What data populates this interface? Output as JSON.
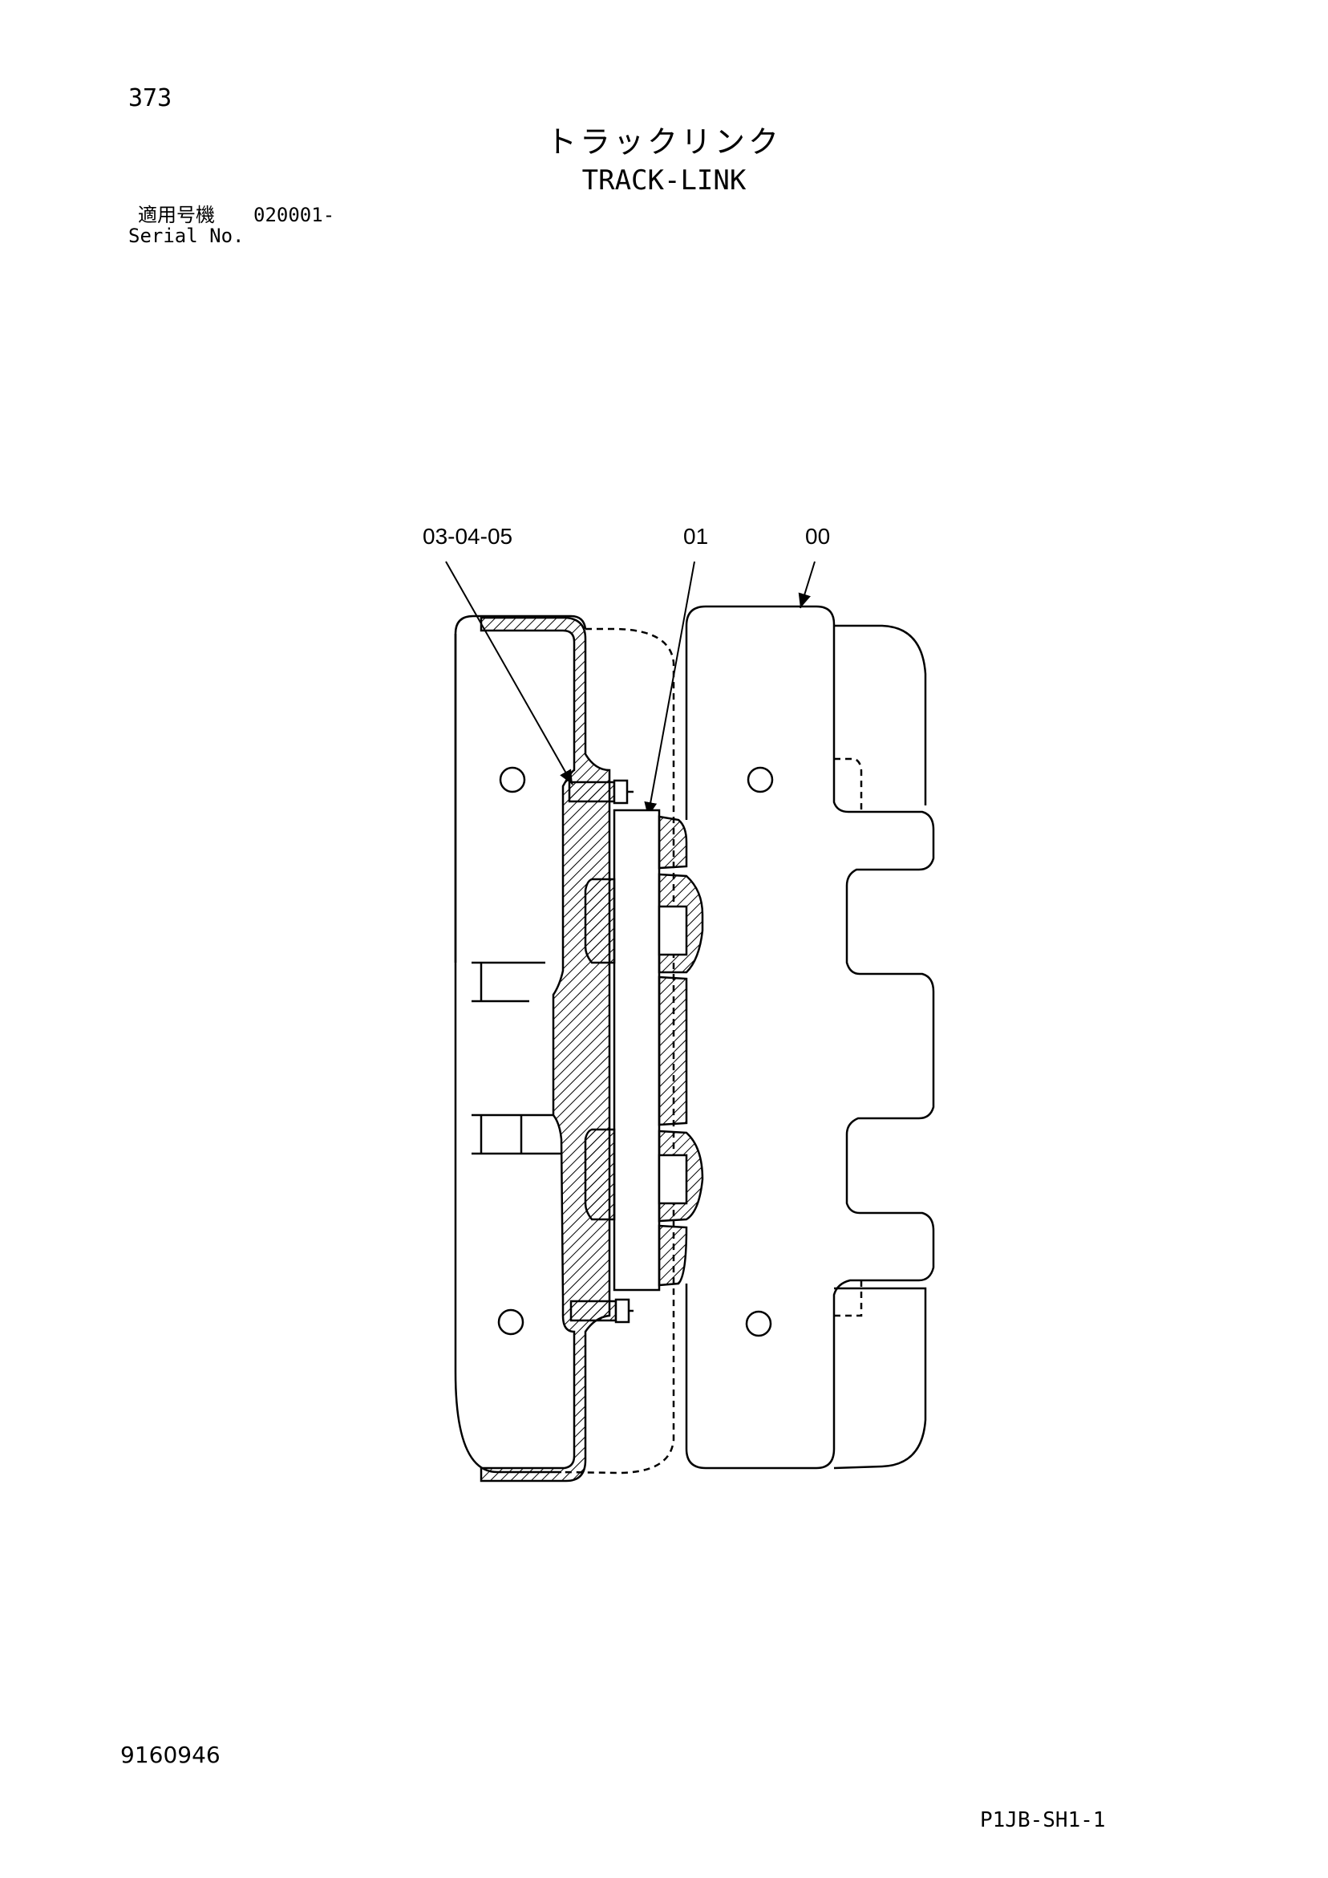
{
  "header": {
    "page_number": "373",
    "title_jp": "トラックリンク",
    "title_en": "TRACK-LINK",
    "serial_label_jp": "適用号機",
    "serial_value": "020001-",
    "serial_label_en": "Serial No."
  },
  "diagram": {
    "callouts": [
      {
        "id": "c1",
        "label": "03-04-05"
      },
      {
        "id": "c2",
        "label": "01"
      },
      {
        "id": "c3",
        "label": "00"
      }
    ]
  },
  "footer": {
    "doc_number": "9160946",
    "sheet_code": "P1JB-SH1-1"
  }
}
